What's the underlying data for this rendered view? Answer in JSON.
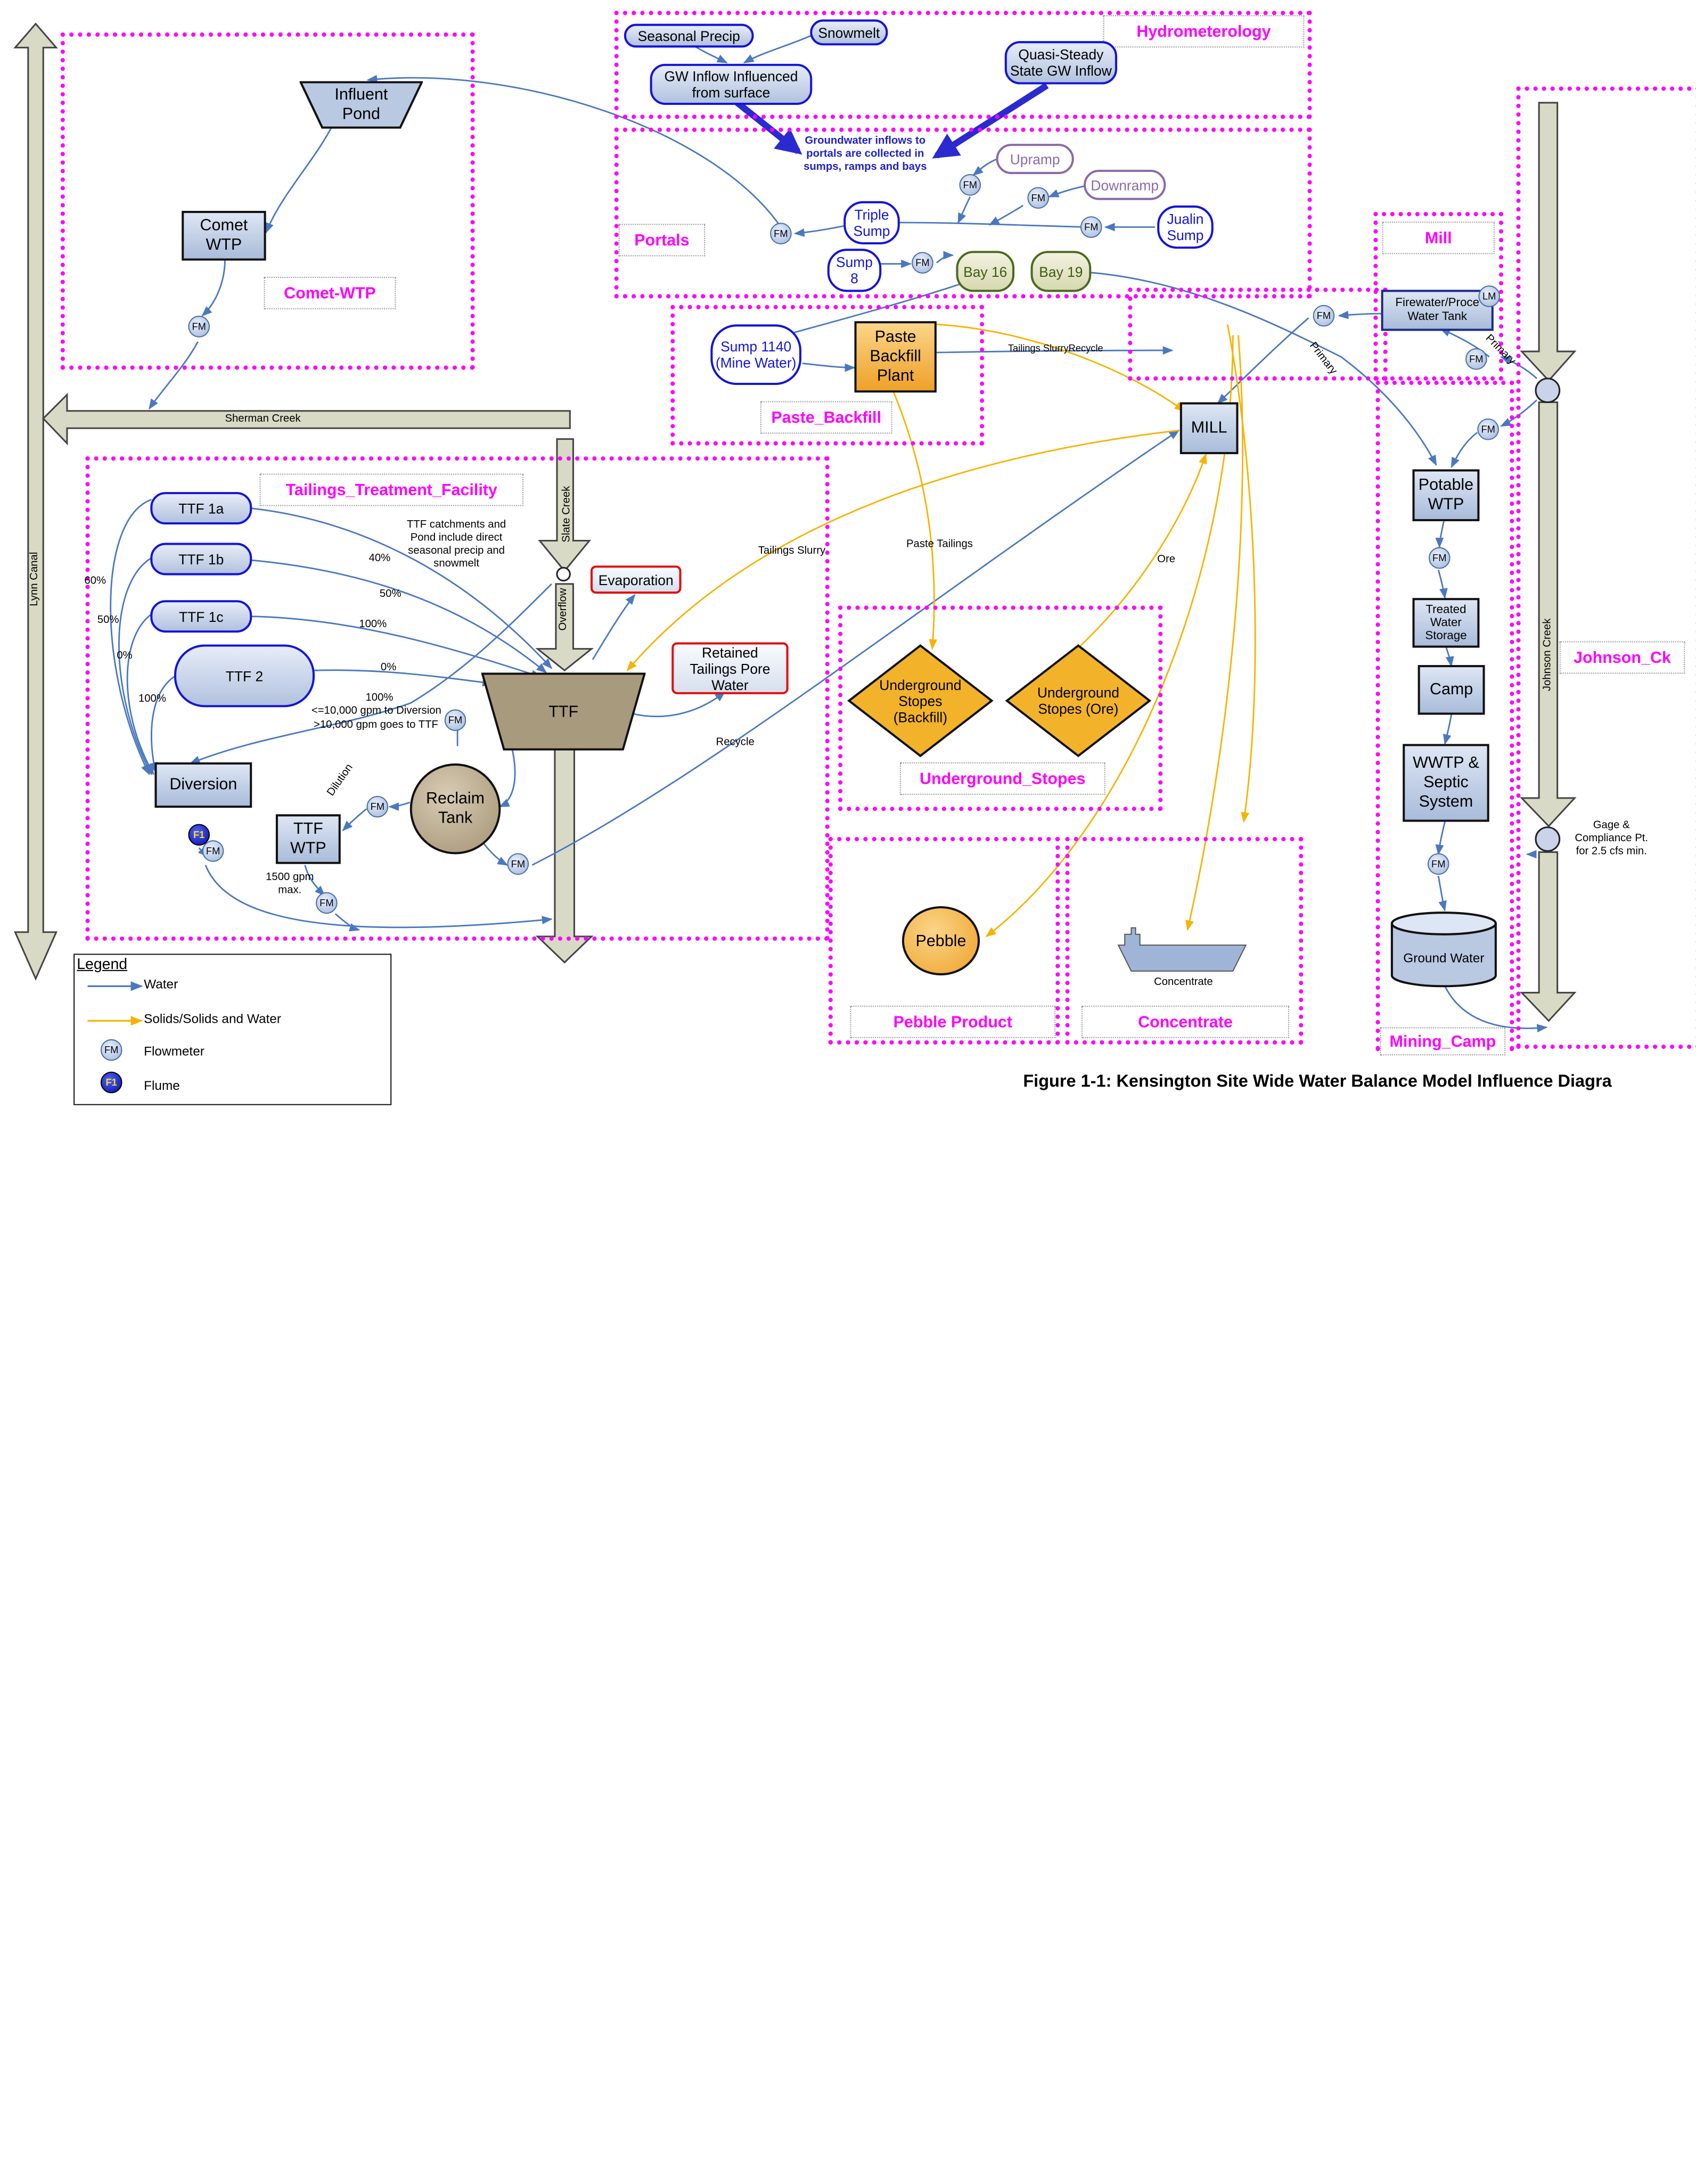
{
  "figure_title": "Figure 1-1: Kensington Site Wide Water Balance Model Influence Diagra",
  "colors": {
    "water": "#4a78c0",
    "solids": "#f5b400",
    "zone": "#ff00ff",
    "heavy_arrow": "#2a2ad0"
  },
  "waterways": {
    "lynn_canal": "Lynn Canal",
    "sherman_creek": "Sherman Creek",
    "slate_creek": "Slate Creek",
    "johnson_creek": "Johnson Creek"
  },
  "zones": {
    "comet_wtp": "Comet-WTP",
    "hydrometerology": "Hydrometerology",
    "portals": "Portals",
    "paste_backfill": "Paste_Backfill",
    "mill": "Mill",
    "tailings": "Tailings_Treatment_Facility",
    "stopes": "Underground_Stopes",
    "pebble": "Pebble Product",
    "concentrate": "Concentrate",
    "johnson_ck": "Johnson_Ck",
    "mining_camp": "Mining_Camp"
  },
  "nodes": {
    "influent_pond": "Influent Pond",
    "comet_wtp": "Comet WTP",
    "seasonal_precip": "Seasonal Precip",
    "snowmelt": "Snowmelt",
    "gw_inflow_surface": "GW Inflow Influenced from surface",
    "quasi_steady": "Quasi-Steady State GW Inflow",
    "upramp": "Upramp",
    "downramp": "Downramp",
    "triple_sump": "Triple Sump",
    "jualin_sump": "Jualin Sump",
    "sump8": "Sump 8",
    "bay16": "Bay 16",
    "bay19": "Bay 19",
    "sump1140": "Sump 1140 (Mine Water)",
    "paste_plant": "Paste Backfill Plant",
    "mill": "MILL",
    "firewater": "Firewater/Proce Water Tank",
    "ttf1a": "TTF 1a",
    "ttf1b": "TTF 1b",
    "ttf1c": "TTF 1c",
    "ttf2": "TTF 2",
    "ttf": "TTF",
    "evaporation": "Evaporation",
    "retained": "Retained Tailings Pore Water",
    "diversion": "Diversion",
    "ttf_wtp": "TTF WTP",
    "reclaim": "Reclaim Tank",
    "stopes_backfill": "Underground Stopes (Backfill)",
    "stopes_ore": "Underground Stopes (Ore)",
    "pebble": "Pebble",
    "concentrate_ship": "Concentrate",
    "potable_wtp": "Potable WTP",
    "treated_storage": "Treated Water Storage",
    "camp": "Camp",
    "wwtp": "WWTP & Septic System",
    "ground_water": "Ground Water"
  },
  "badges": {
    "fm": "FM",
    "lm": "LM",
    "f1": "F1"
  },
  "notes": {
    "groundwater": "Groundwater inflows to portals are collected in sumps, ramps and bays",
    "ttf_catchments": "TTF catchments and Pond include direct seasonal precip and snowmelt",
    "gpm_diversion": "<=10,000 gpm to Diversion",
    "gpm_ttf": ">10,000 gpm goes to TTF",
    "gpm_1500": "1500 gpm max.",
    "gage": "Gage & Compliance Pt. for 2.5 cfs min."
  },
  "edge_labels": {
    "p40": "40%",
    "p50": "50%",
    "p100": "100%",
    "p0": "0%",
    "p60": "60%",
    "tailings_slurry": "Tailings Slurry",
    "paste_tailings": "Paste Tailings",
    "ore": "Ore",
    "recycle": "Recycle",
    "tailings_slurry_recycle": "Tailings SlurryRecycle",
    "primary": "Primary",
    "overflow": "Overflow",
    "dilution": "Dilution"
  },
  "legend": {
    "title": "Legend",
    "water": "Water",
    "solids": "Solids/Solids and Water",
    "flowmeter": "Flowmeter",
    "flume": "Flume"
  }
}
